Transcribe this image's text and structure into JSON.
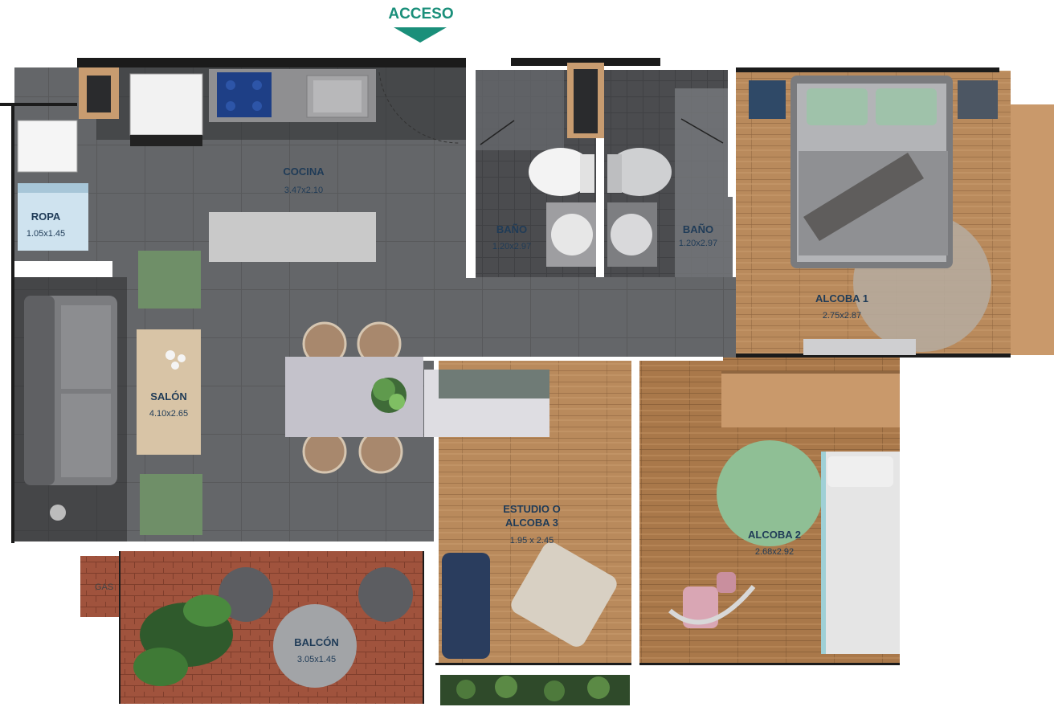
{
  "colors": {
    "accent": "#1a8f7a",
    "label": "#1f3b57",
    "tile": "#626466",
    "tile_dark": "#3a3b3d",
    "wood": "#b98a5c",
    "wall": "#ffffff"
  },
  "entrance": {
    "label": "ACCESO"
  },
  "rooms": {
    "cocina": {
      "name": "COCINA",
      "dims": "3.47x2.10"
    },
    "ropa": {
      "name": "ROPA",
      "dims": "1.05x1.45"
    },
    "salon": {
      "name": "SALÓN",
      "dims": "4.10x2.65"
    },
    "bano1": {
      "name": "BAÑO",
      "dims": "1.20x2.97"
    },
    "bano2": {
      "name": "BAÑO",
      "dims": "1.20x2.97"
    },
    "alcoba1": {
      "name": "ALCOBA 1",
      "dims": "2.75x2.87"
    },
    "estudio": {
      "name_line1": "ESTUDIO O",
      "name_line2": "ALCOBA 3",
      "dims": "1.95 x 2.45"
    },
    "alcoba2": {
      "name": "ALCOBA 2",
      "dims": "2.68x2.92"
    },
    "balcon": {
      "name": "BALCÓN",
      "dims": "3.05x1.45"
    }
  },
  "gas": {
    "label": "GAS"
  },
  "icons": [
    "entrance-arrow-icon",
    "plant-icon",
    "stove-icon",
    "sink-icon",
    "toilet-icon",
    "bed-icon",
    "sofa-icon",
    "armchair-icon",
    "rug-icon",
    "rocking-horse-icon"
  ]
}
